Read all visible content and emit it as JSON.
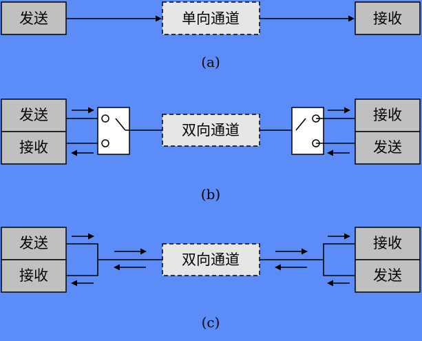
{
  "labels": {
    "send": "发送",
    "receive": "接收",
    "simplex_channel": "单向通道",
    "duplex_channel": "双向通道"
  },
  "captions": {
    "a": "(a)",
    "b": "(b)",
    "c": "(c)"
  },
  "colors": {
    "background": "#5b8cf7",
    "station_fill": "#c0c0c0",
    "channel_fill": "#e6e6e6",
    "switch_fill": "#ffffff"
  }
}
